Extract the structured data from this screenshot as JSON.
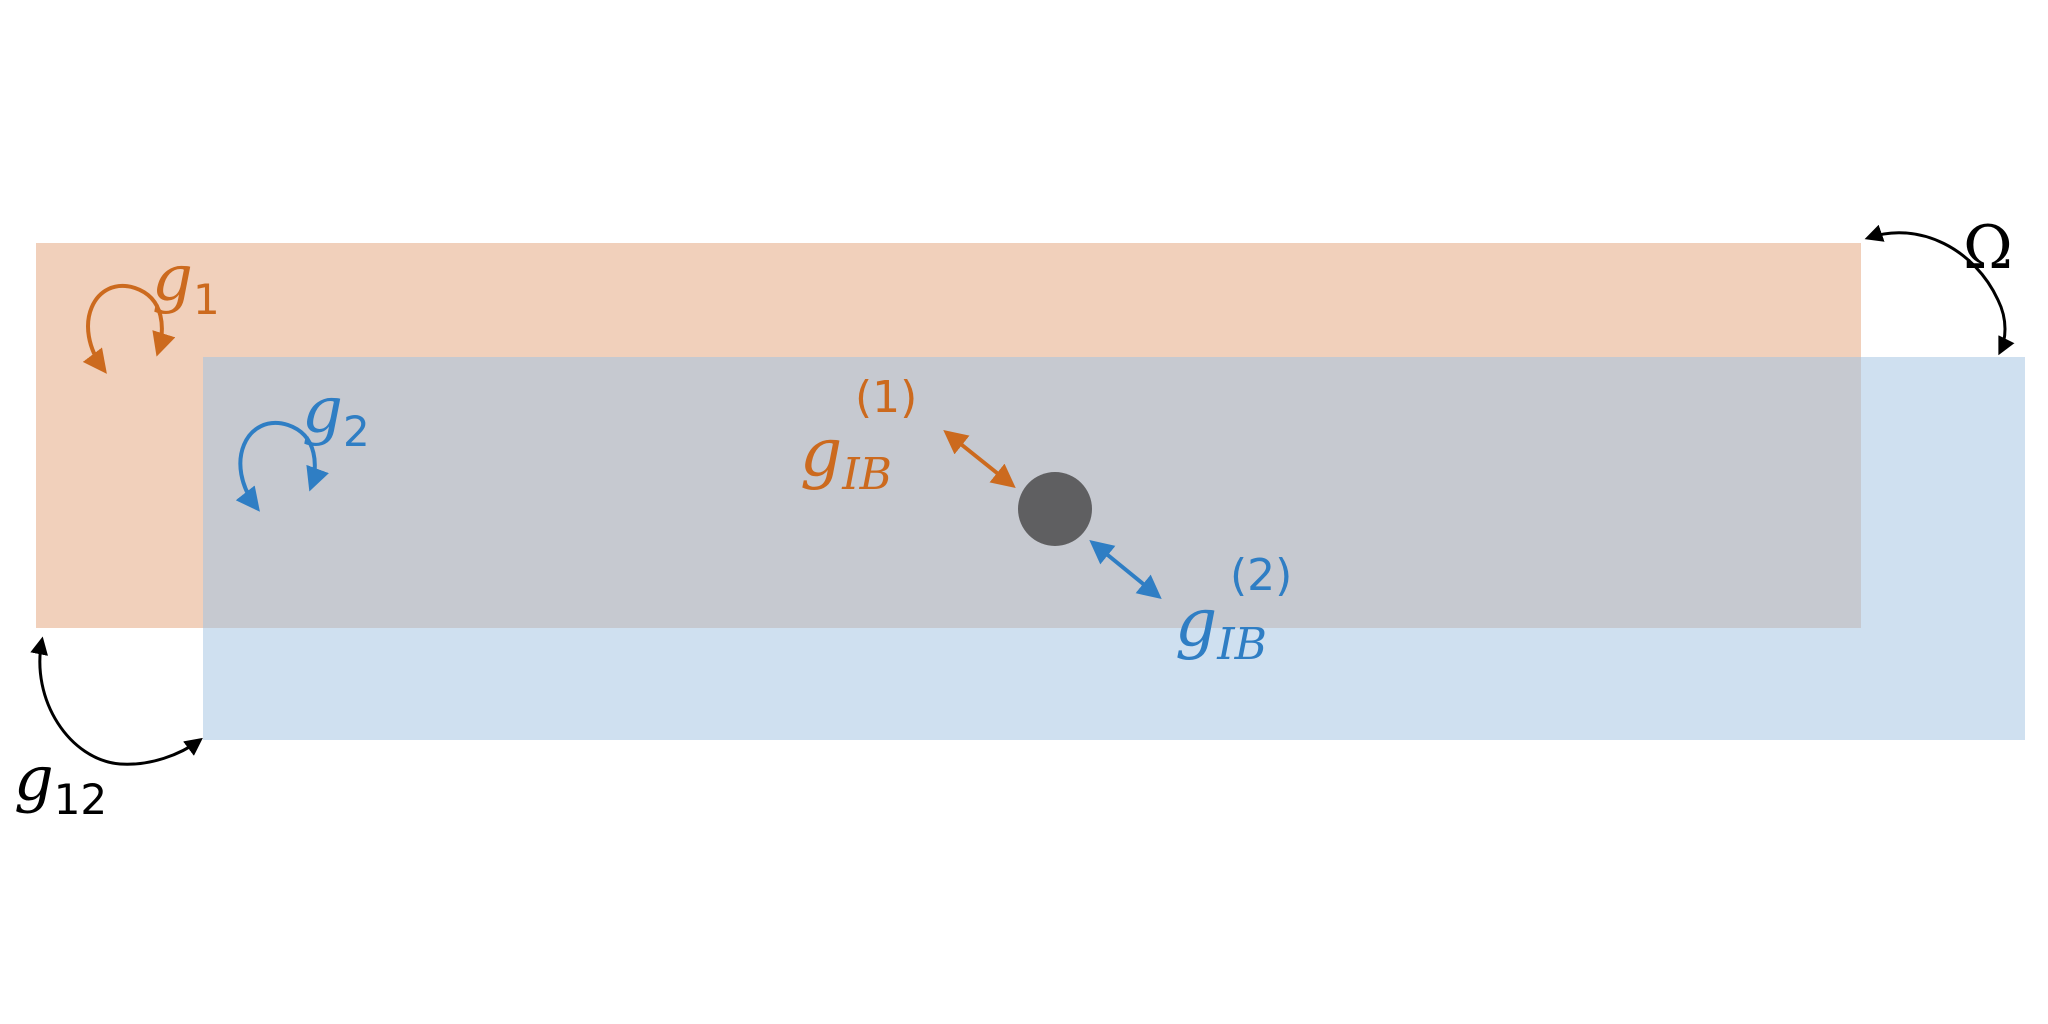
{
  "colors": {
    "component_1": "#cc6a1e",
    "component_2": "#2f7ec4",
    "band_1_fill": "#f1d0bb",
    "band_2_fill": "#cfe0f0",
    "overlap_fill": "#c6c9d0",
    "impurity": "#5f5f61",
    "coupling_arrow": "#000000"
  },
  "labels": {
    "g1": {
      "base": "g",
      "sub": "1"
    },
    "g2": {
      "base": "g",
      "sub": "2"
    },
    "g12": {
      "base": "g",
      "sub": "12"
    },
    "omega": "Ω",
    "gIB1": {
      "base": "g",
      "sub": "IB",
      "sup": "(1)"
    },
    "gIB2": {
      "base": "g",
      "sub": "IB",
      "sup": "(2)"
    }
  },
  "icons": {
    "intra_1": "curved-double-arrow-icon",
    "intra_2": "curved-double-arrow-icon",
    "impurity": "filled-circle-icon"
  }
}
